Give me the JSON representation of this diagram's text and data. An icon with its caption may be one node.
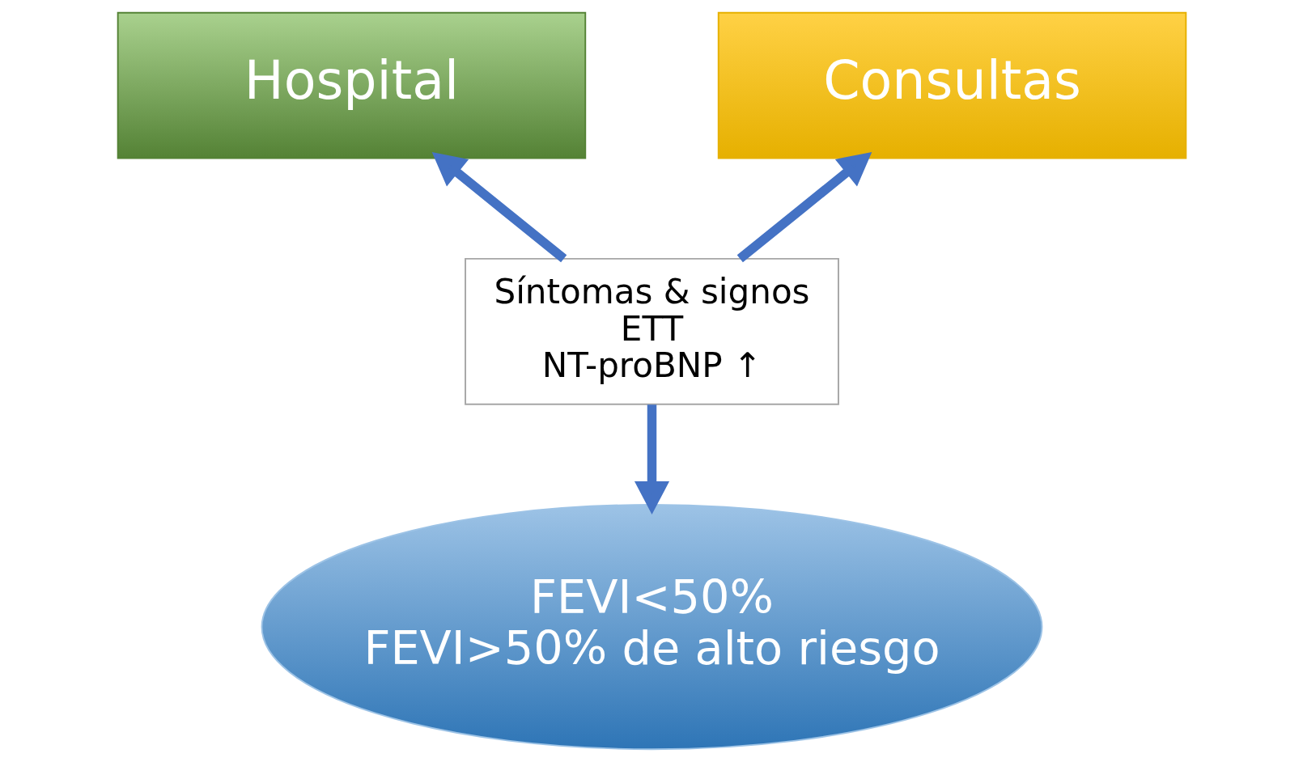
{
  "diagram": {
    "nodes": [
      {
        "text": [
          "Hospital"
        ]
      },
      {
        "text": [
          "Consultas"
        ]
      },
      {
        "text": [
          "Síntomas & signos",
          "ETT",
          "NT-proBNP ↑"
        ]
      },
      {
        "text": [
          "FEVI<50%",
          "FEVI>50% de alto riesgo"
        ]
      }
    ],
    "edges": [
      {
        "from": 2,
        "to": 0,
        "arrow": "to"
      },
      {
        "from": 2,
        "to": 1,
        "arrow": "to"
      },
      {
        "from": 2,
        "to": 3,
        "arrow": "to"
      }
    ]
  }
}
